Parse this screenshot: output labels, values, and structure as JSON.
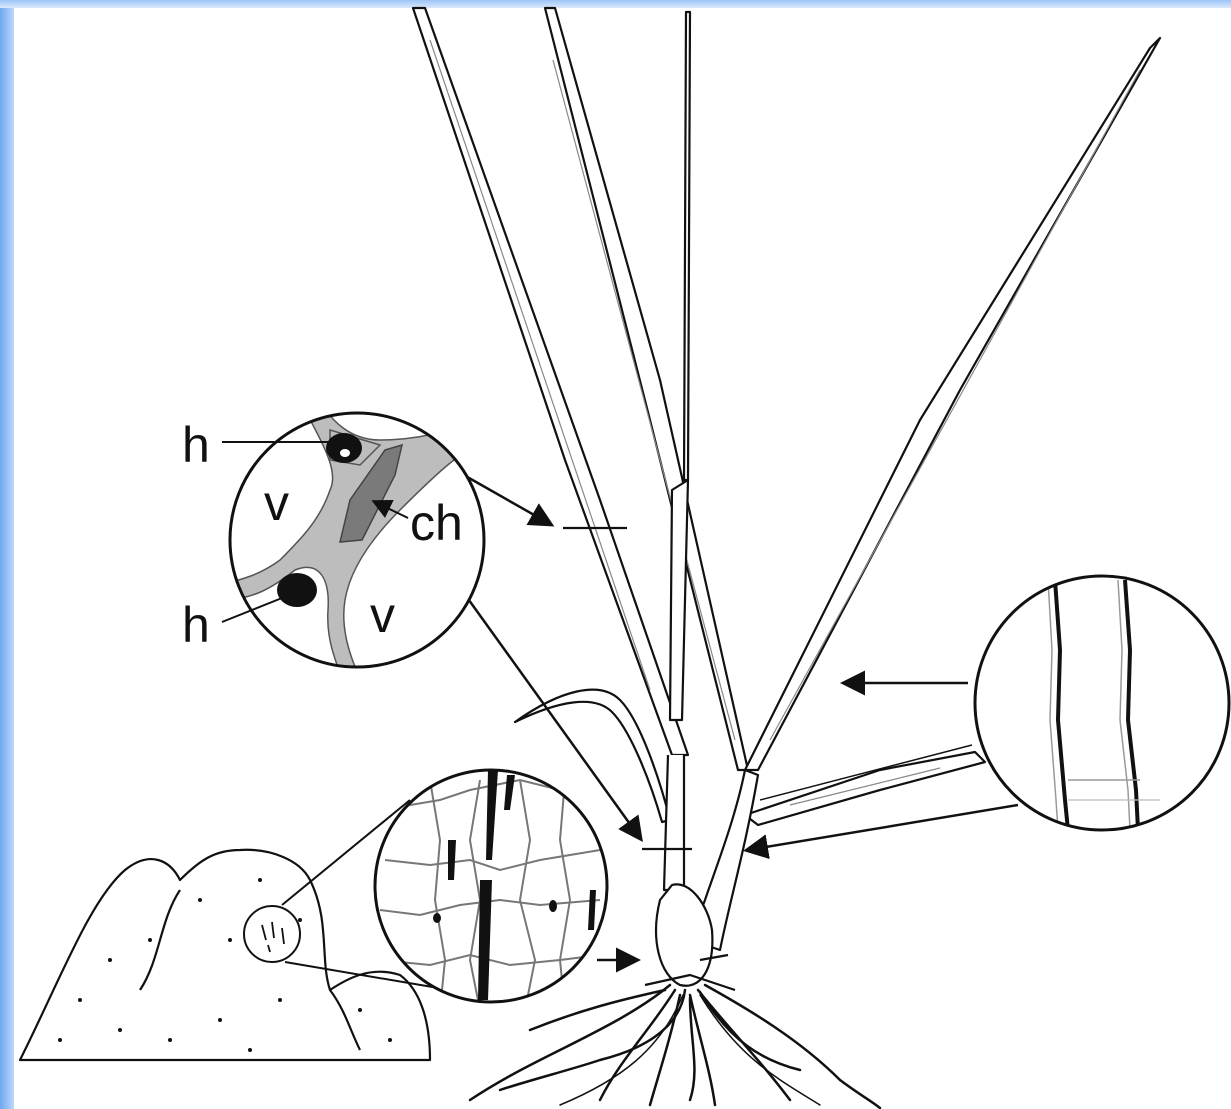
{
  "labels": {
    "hyphae_top": "h",
    "hyphae_bottom": "h",
    "vessel_left": "v",
    "vessel_right": "v",
    "chloroplast": "ch"
  },
  "colors": {
    "ink": "#111111",
    "cell_wall_grey": "#b3b3b3",
    "chloroplast_grey": "#7a7a7a",
    "frame_blue": "#8ab8f4"
  }
}
